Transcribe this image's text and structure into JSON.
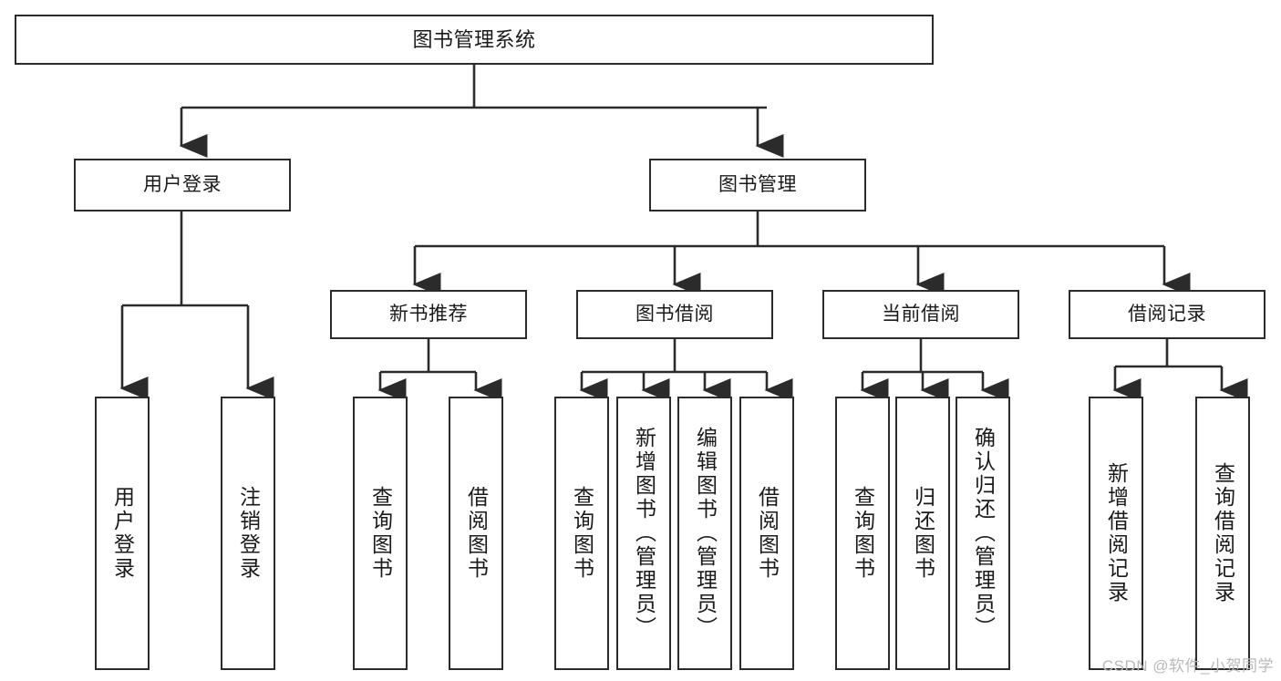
{
  "diagram": {
    "title": "图书管理系统",
    "type": "tree-hierarchy-diagram",
    "watermark": "CSDN @软件_小贺同学",
    "colors": {
      "box_border": "#2b2b2b",
      "box_fill": "#ffffff",
      "connector": "#2b2b2b",
      "text": "#1a1a1a",
      "watermark": "#b9b9b9",
      "background": "#ffffff"
    },
    "nodes": {
      "root": {
        "label": "图书管理系统"
      },
      "level2": [
        {
          "id": "user-login",
          "label": "用户登录"
        },
        {
          "id": "book-management",
          "label": "图书管理"
        }
      ],
      "level3": [
        {
          "id": "new-book-recommend",
          "label": "新书推荐"
        },
        {
          "id": "book-borrow",
          "label": "图书借阅"
        },
        {
          "id": "current-borrow",
          "label": "当前借阅"
        },
        {
          "id": "borrow-record",
          "label": "借阅记录"
        }
      ],
      "leaves": {
        "user_login": [
          {
            "id": "leaf-user-login",
            "label": "用户登录"
          },
          {
            "id": "leaf-logout-login",
            "label": "注销登录"
          }
        ],
        "new_book_recommend": [
          {
            "id": "leaf-query-book-1",
            "label": "查询图书"
          },
          {
            "id": "leaf-borrow-book-1",
            "label": "借阅图书"
          }
        ],
        "book_borrow": [
          {
            "id": "leaf-query-book-2",
            "label": "查询图书"
          },
          {
            "id": "leaf-add-book",
            "label": "新增图书（管理员）"
          },
          {
            "id": "leaf-edit-book",
            "label": "编辑图书（管理员）"
          },
          {
            "id": "leaf-borrow-book-2",
            "label": "借阅图书"
          }
        ],
        "current_borrow": [
          {
            "id": "leaf-query-book-3",
            "label": "查询图书"
          },
          {
            "id": "leaf-return-book",
            "label": "归还图书"
          },
          {
            "id": "leaf-confirm-return",
            "label": "确认归还（管理员）"
          }
        ],
        "borrow_record": [
          {
            "id": "leaf-add-record",
            "label": "新增借阅记录"
          },
          {
            "id": "leaf-query-record",
            "label": "查询借阅记录"
          }
        ]
      }
    }
  }
}
